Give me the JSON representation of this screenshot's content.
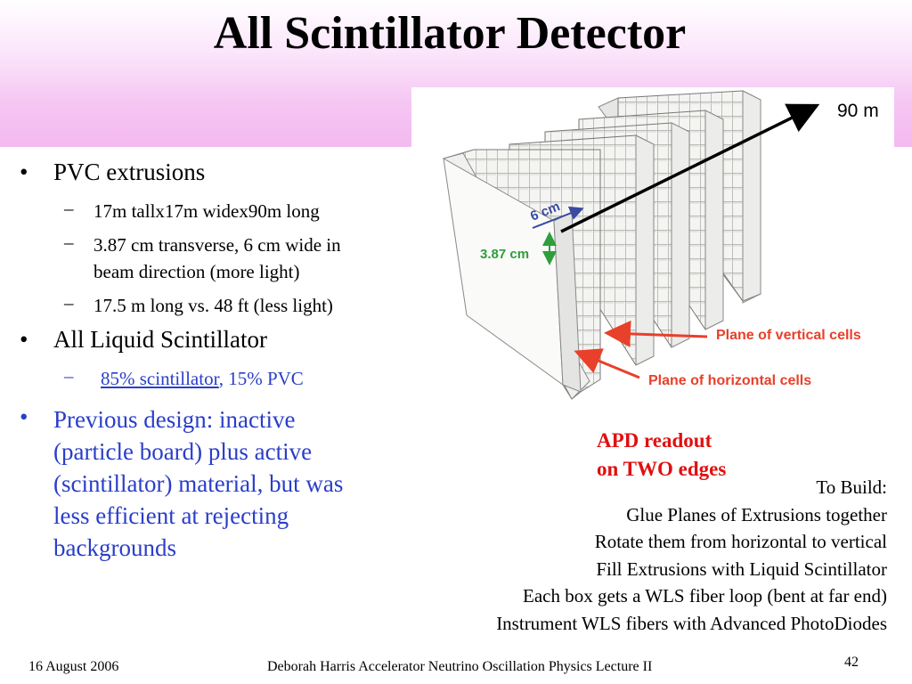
{
  "title": "All Scintillator Detector",
  "bullets": [
    {
      "text": "PVC extrusions",
      "sub": [
        "17m tallx17m widex90m long",
        "3.87 cm transverse, 6 cm wide in",
        "beam direction (more light)",
        "17.5 m long vs. 48 ft (less light)"
      ]
    },
    {
      "text": "All Liquid Scintillator",
      "sub_link": "85% scintillator",
      "sub_rest": ", 15% PVC"
    },
    {
      "text_lines": [
        "Previous design:  inactive",
        "(particle board) plus active",
        "(scintillator) material, but was",
        "less efficient at rejecting",
        "backgrounds"
      ]
    }
  ],
  "figure": {
    "length_label": "90 m",
    "width_label": "6 cm",
    "height_label": "3.87 cm",
    "vertical_label": "Plane of vertical cells",
    "horizontal_label": "Plane of horizontal cells"
  },
  "apd": [
    "APD readout",
    "on TWO edges"
  ],
  "build": [
    "To Build:",
    "Glue Planes of Extrusions together",
    "Rotate them from horizontal to vertical",
    "Fill Extrusions with Liquid Scintillator",
    "Each box gets a WLS fiber loop (bent at far end)",
    "Instrument WLS fibers with Advanced PhotoDiodes"
  ],
  "footer": {
    "date": "16 August 2006",
    "center": "Deborah Harris  Accelerator Neutrino Oscillation Physics Lecture II",
    "page": "42"
  },
  "colors": {
    "accent_blue": "#2a3ec8",
    "apd_red": "#e01010",
    "arrow_red": "#e8402a",
    "label_green": "#2e9e3c",
    "label_navy": "#3a4aa0"
  }
}
